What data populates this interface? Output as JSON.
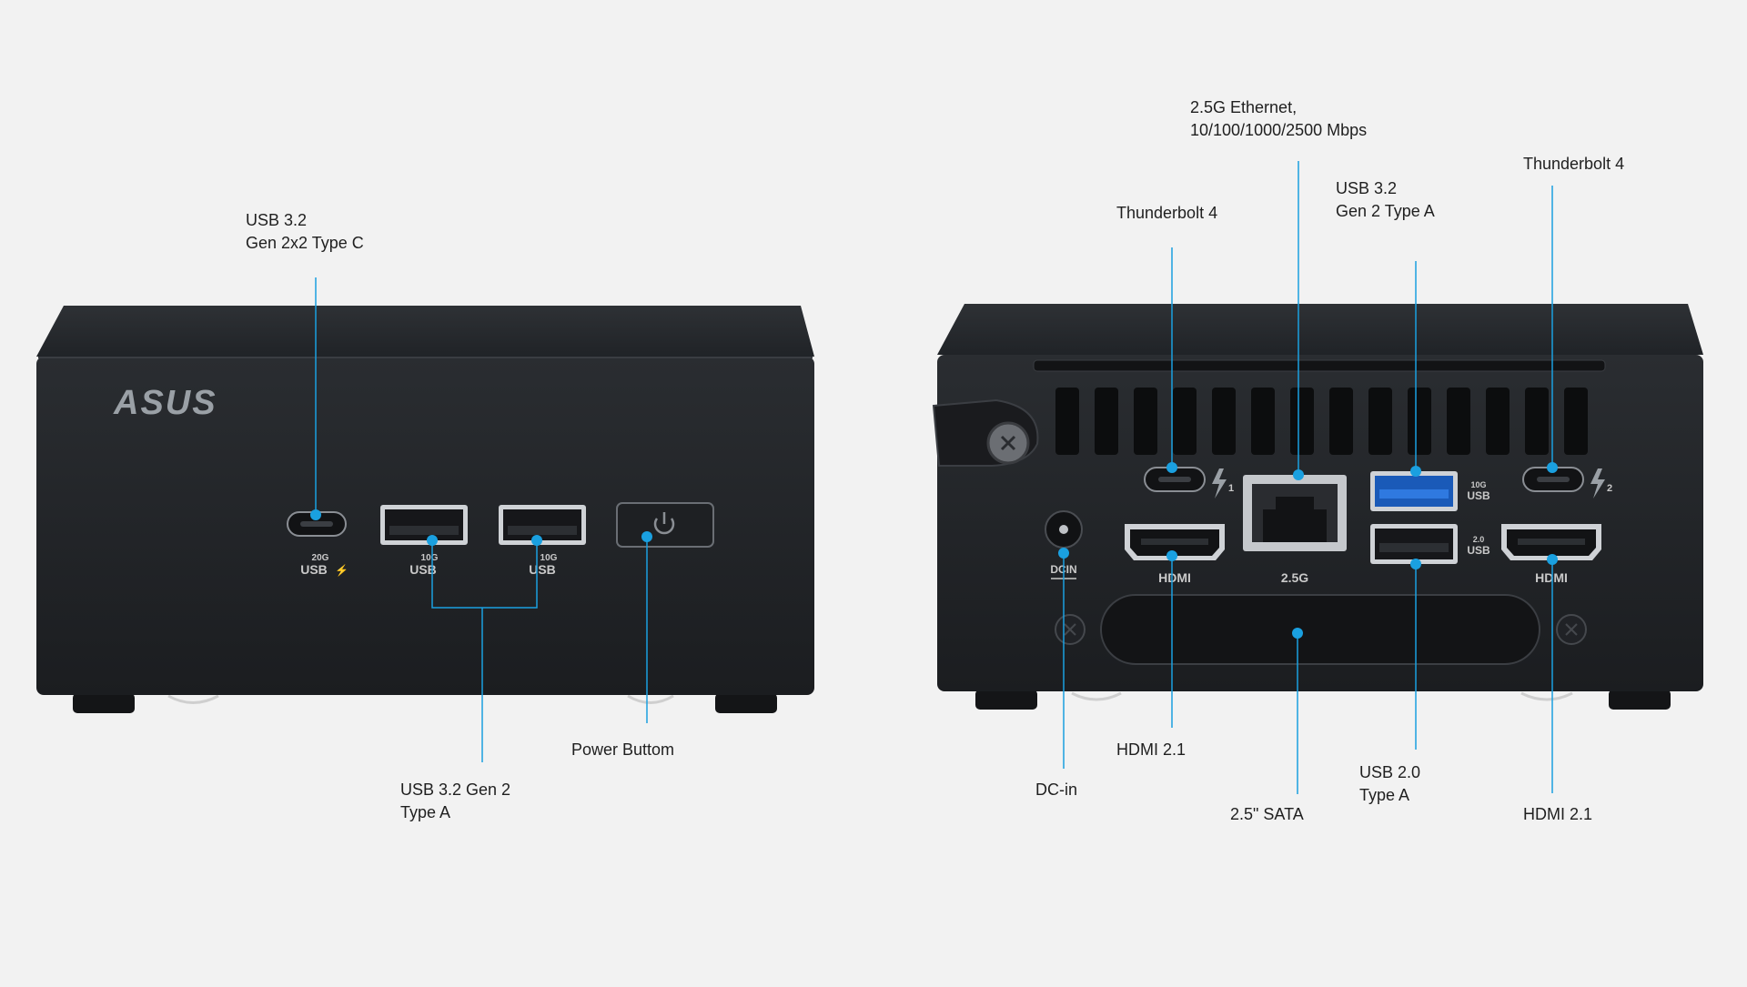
{
  "accent_color": "#1aa0e0",
  "front_unit": {
    "logo": "ASUS",
    "port_labels": {
      "usbc_speed": "20G",
      "usbc_name": "USB",
      "usbc_bolt": "⚡",
      "usba1_speed": "10G",
      "usba1_name": "USB",
      "usba2_speed": "10G",
      "usba2_name": "USB"
    },
    "power_icon": "power-icon",
    "callouts": {
      "usbc": [
        "USB 3.2",
        "Gen 2x2 Type C"
      ],
      "usba": [
        "USB 3.2 Gen 2",
        "Type A"
      ],
      "power": [
        "Power Buttom"
      ]
    }
  },
  "rear_unit": {
    "port_labels": {
      "tb_left_num": "1",
      "tb_right_num": "2",
      "hdmi_left": "HDMI",
      "hdmi_right": "HDMI",
      "ethernet": "2.5G",
      "usb3_speed": "10G",
      "usb3_name": "USB",
      "usb2_speed": "2.0",
      "usb2_name": "USB",
      "dcin": "DCIN"
    },
    "callouts": {
      "ethernet": [
        "2.5G Ethernet,",
        "10/100/1000/2500 Mbps"
      ],
      "tb_left": [
        "Thunderbolt 4"
      ],
      "usb32": [
        "USB 3.2",
        "Gen 2 Type A"
      ],
      "tb_right": [
        "Thunderbolt 4"
      ],
      "hdmi_left": [
        "HDMI 2.1"
      ],
      "dcin": [
        "DC-in"
      ],
      "sata": [
        "2.5\" SATA"
      ],
      "usb20": [
        "USB 2.0",
        "Type A"
      ],
      "hdmi_right": [
        "HDMI 2.1"
      ]
    }
  }
}
